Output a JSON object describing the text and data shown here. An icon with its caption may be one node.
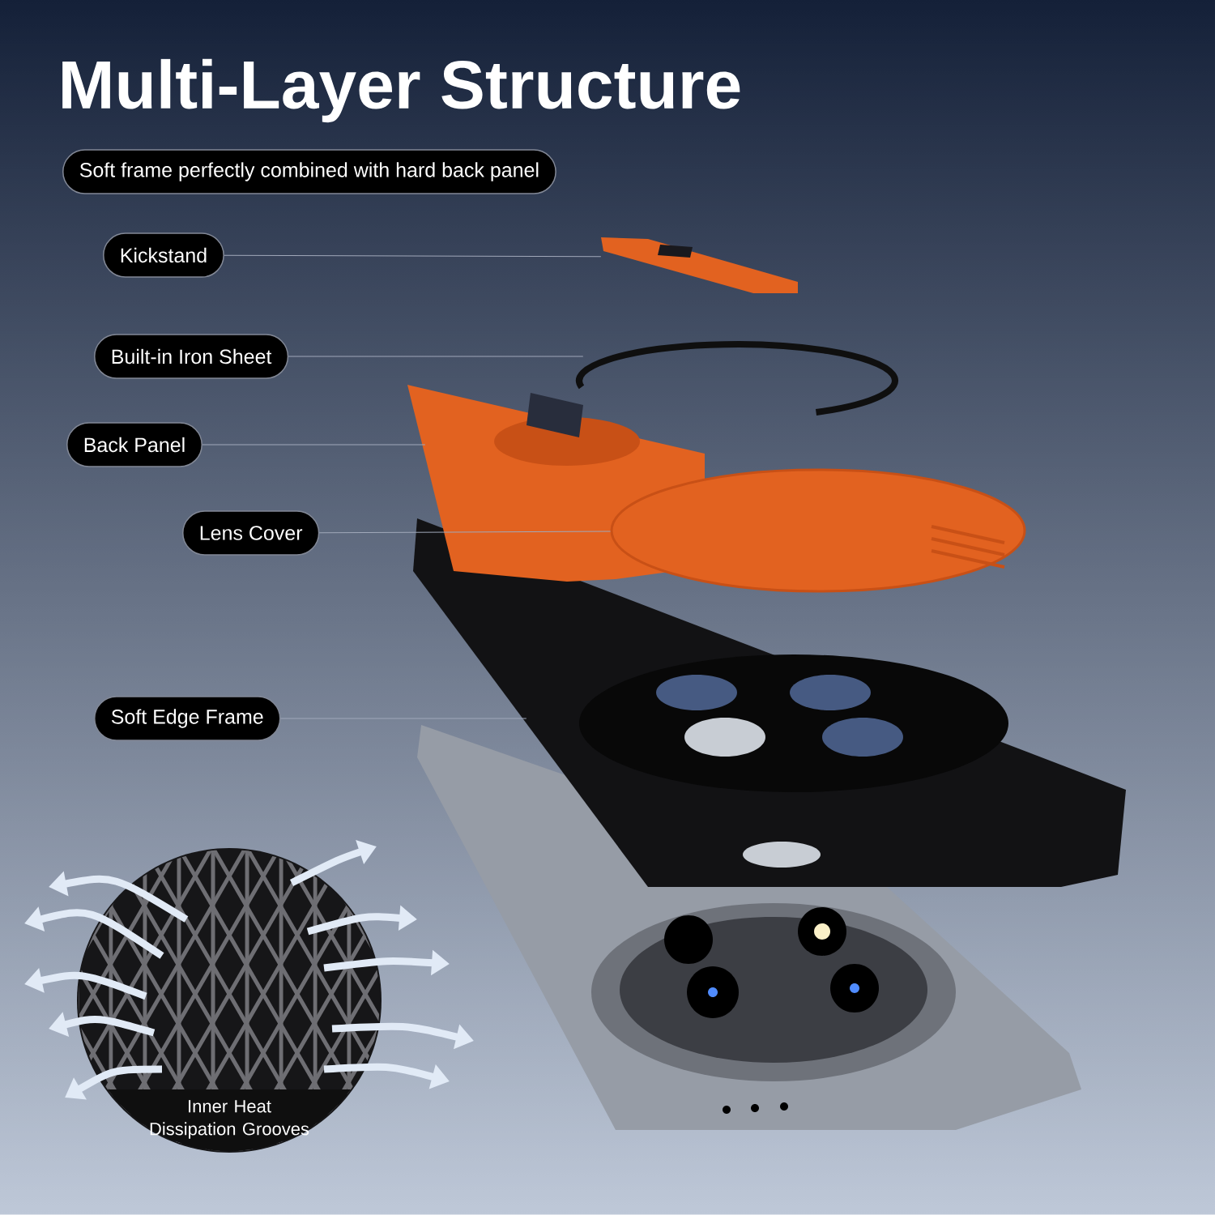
{
  "diagram": {
    "title": "Multi-Layer Structure",
    "nodes": [
      {
        "text": [
          "Soft frame perfectly combined with hard back panel"
        ]
      },
      {
        "text": [
          "Kickstand"
        ]
      },
      {
        "text": [
          "Built-in Iron Sheet"
        ]
      },
      {
        "text": [
          "Back Panel"
        ]
      },
      {
        "text": [
          "Lens Cover"
        ]
      },
      {
        "text": [
          "Soft Edge Frame"
        ]
      },
      {
        "text": [
          "Inner Heat Dissipation Grooves"
        ]
      },
      {
        "text": [],
        "shape": "picture"
      },
      {
        "text": [],
        "shape": "picture"
      },
      {
        "text": [],
        "shape": "picture"
      },
      {
        "text": [],
        "shape": "picture"
      },
      {
        "text": [],
        "shape": "picture"
      }
    ],
    "edges": [
      {
        "from": 1,
        "to": 7,
        "arrow": "none"
      },
      {
        "from": 2,
        "to": 8,
        "arrow": "none"
      },
      {
        "from": 3,
        "to": 9,
        "arrow": "none"
      },
      {
        "from": 4,
        "to": 10,
        "arrow": "none"
      },
      {
        "from": 5,
        "to": 11,
        "arrow": "none"
      }
    ]
  }
}
